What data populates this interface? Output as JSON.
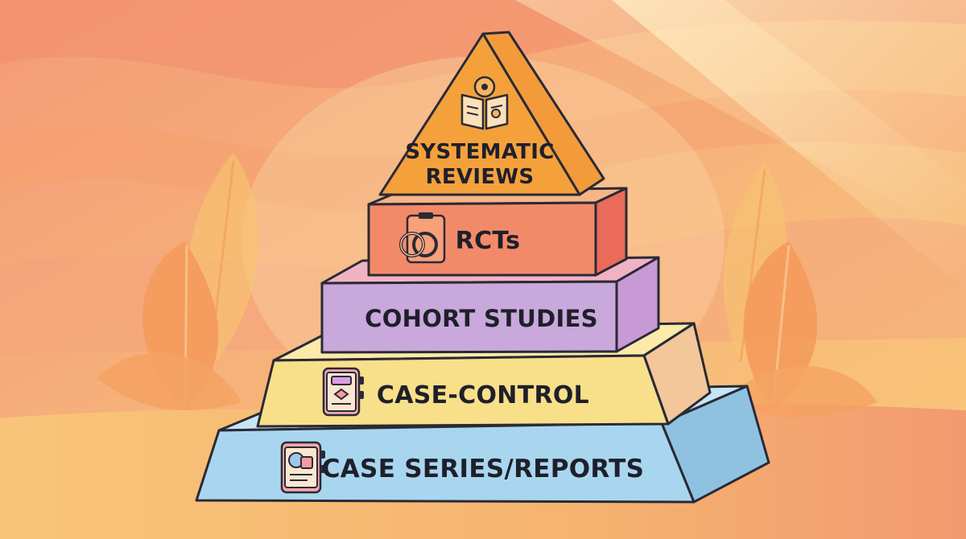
{
  "diagram": {
    "type": "evidence-pyramid",
    "levels": [
      {
        "id": "systematic-reviews",
        "label_line1": "SYSTEMATIC",
        "label_line2": "REVIEWS",
        "icon": "book-gear-icon",
        "color": "#f4a13c"
      },
      {
        "id": "rcts",
        "label": "RCTs",
        "icon": "clipboard-rings-icon",
        "color": "#f28a6a"
      },
      {
        "id": "cohort-studies",
        "label": "COHORT STUDIES",
        "icon": "",
        "color": "#c9a8dc"
      },
      {
        "id": "case-control",
        "label": "CASE-CONTROL",
        "icon": "notebook-icon",
        "color": "#f8df8a"
      },
      {
        "id": "case-series-reports",
        "label": "CASE SERIES/REPORTS",
        "icon": "report-notebook-icon",
        "color": "#a9d6ef"
      }
    ]
  },
  "colors": {
    "background_top": "#f6b07a",
    "background_bottom": "#f7c36c",
    "outline": "#2a2a35",
    "leaf": "#f59a5a"
  }
}
